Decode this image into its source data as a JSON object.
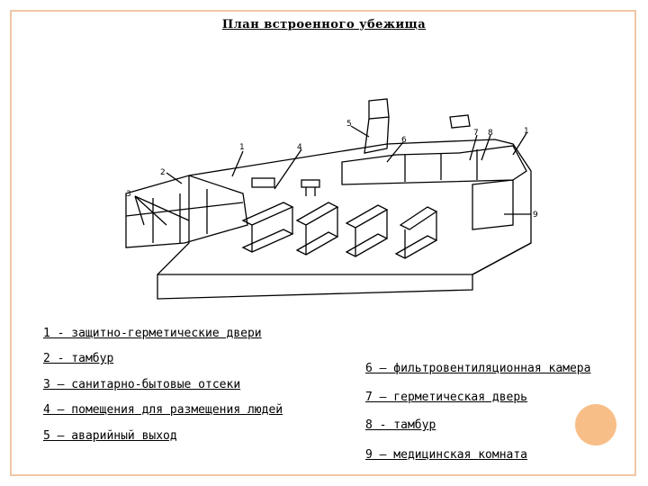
{
  "title": "План встроенного убежища",
  "diagram_labels": [
    "1",
    "2",
    "3",
    "4",
    "5",
    "6",
    "7",
    "8",
    "1",
    "9"
  ],
  "legend_left": [
    "1 - защитно-герметические двери",
    "2 - тамбур",
    "3 – санитарно-бытовые отсеки",
    "4 – помещения для размещения людей",
    "5 – аварийный выход"
  ],
  "legend_right": [
    "6 – фильтровентиляционная камера",
    "7 – герметическая дверь",
    "8 - тамбур",
    "9 – медицинская комната"
  ],
  "colors": {
    "frame": "#f1c6a4",
    "accent_circle": "#f6a860"
  }
}
